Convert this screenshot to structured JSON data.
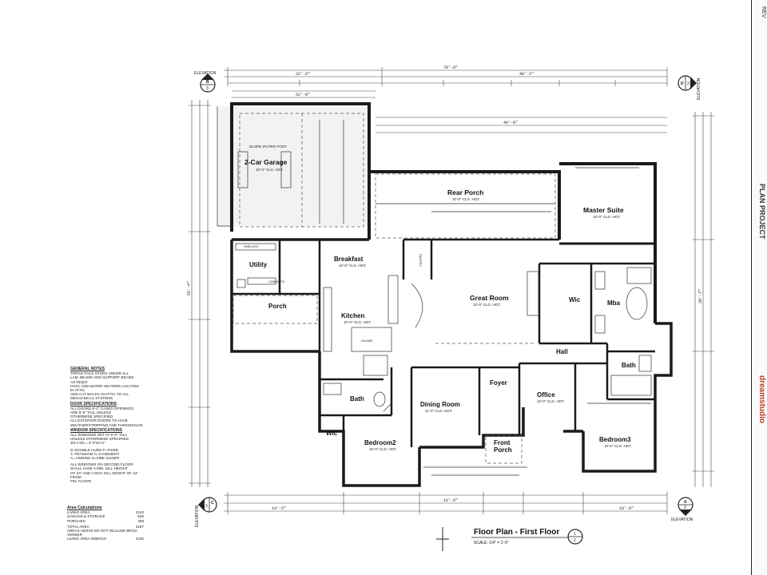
{
  "sheet": {
    "title": "Floor Plan - First Floor",
    "scale": "SCALE: 1/4\" = 1'-0\"",
    "elevation_label": "ELEVATION",
    "titleblock": {
      "rev": "REV",
      "main": "PLAN PROJECT",
      "red": "dreamstudio"
    }
  },
  "rooms": {
    "garage": "2-Car Garage",
    "rear_porch": "Rear Porch",
    "master_suite": "Master Suite",
    "utility": "Utility",
    "breakfast": "Breakfast",
    "porch": "Porch",
    "kitchen": "Kitchen",
    "great_room": "Great Room",
    "wic_master": "Wic",
    "mba": "Mba",
    "hall": "Hall",
    "bath_right": "Bath",
    "bath_left": "Bath",
    "foyer": "Foyer",
    "office": "Office",
    "dining": "Dining Room",
    "wic_left": "Wic",
    "bedroom2": "Bedroom2",
    "front_porch_1": "Front",
    "front_porch_2": "Porch",
    "bedroom3": "Bedroom3"
  },
  "room_notes": {
    "garage_ceiling": "10'-0\" CLG. HGT.",
    "garage_slope": "SLOPE 2% PER FOOT",
    "rear_porch_ceiling": "10'-0\" CLG. HGT.",
    "master_ceiling": "10'-0\" CLG. HGT.",
    "breakfast_ceiling": "10'-0\" CLG. HGT.",
    "great_room_ceiling": "10'-0\" CLG. HGT.",
    "kitchen_ceiling": "10'-0\" CLG. HGT.",
    "dining_ceiling": "11'-0\" CLG. HGT.",
    "bedroom2_ceiling": "10'-0\" CLG. HGT.",
    "bedroom3_ceiling": "10'-0\" CLG. HGT.",
    "office_ceiling": "10'-0\" CLG. HGT.",
    "island": "ISLAND",
    "shelves": "SHELVES",
    "cabinets": "CABINETS",
    "pantry": "PANTRY"
  },
  "dimensions": {
    "overall_top": "70'-8\"",
    "top_left": "22'-6\"",
    "top_right": "48'-2\"",
    "garage_width": "22'-0\"",
    "great_width": "49'-0\"",
    "bottom_left": "14'-5\"",
    "bottom_right": "10'-8\"",
    "bottom_mid": "16'-6\"",
    "left_overall": "55'-4\"",
    "right_overall": "39'-7\""
  },
  "general_notes": {
    "title": "GENERAL NOTES",
    "lines": [
      "TRIPLE PACK STUDS UNDER ALL",
      "LAM. BEAMS AND SUPPORT BEAMS",
      "AS REQ'D",
      "HVAC AND WATER HEATERS LOCATED",
      "IN ATTIC",
      "ADD CAT WALKS IN ATTIC TO ALL",
      "MECHANICAL SYSTEMS"
    ],
    "door_title": "DOOR SPECIFICATIONS",
    "door_lines": [
      "ALL DOORS 8'-0\" CASED OPENINGS",
      "ARE 8'-0\" TALL UNLESS",
      "OTHERWISE SPECIFIED",
      "ALL EXTERIOR DOORS TO HAVE",
      "WEATHERSTRIPPING AND THRESHOLDS"
    ],
    "window_title": "WINDOW SPECIFICATIONS",
    "window_lines": [
      "ALL WINDOWS SET AT 8'-0\" TALL",
      "UNLESS OTHERWISE SPECIFIED",
      "3/0 x 6/0 = 3'-0\"x6'-0\"",
      "",
      "D=DOUBLE HUNG  F=FIXED",
      "T=TRANSOM  C=CASEMENT",
      "A= AWNING  S=SIDE SLIDER",
      "",
      "ALL WINDOWS ON SECOND FLOOR",
      "SHALL HAVE A MIN. SILL HEIGHT",
      "OF 24\" AND A MAX SILL HEIGHT OF 44\" FROM",
      "FIN. FLOOR."
    ]
  },
  "area_calc": {
    "title": "Area Calculations",
    "rows": [
      {
        "label": "LIVING AREA",
        "value": "2143"
      },
      {
        "label": "GARAGE & STORAGE",
        "value": "546"
      },
      {
        "label": "PORCHES",
        "value": "498"
      },
      {
        "label": "TOTAL AREA",
        "value": "3187"
      }
    ],
    "footer_1": "AREAS ABOVE DO NOT INCLUDE BRICK VENEER",
    "footer_2_label": "LIVING AREA W/BRICK",
    "footer_2_value": "2230"
  },
  "markers": {
    "elev_b": "B",
    "elev_c": "C",
    "elev_d": "D",
    "elev_a": "A",
    "sheet_num": "3",
    "title_marker_top": "1",
    "title_marker_bottom": "2"
  },
  "colors": {
    "wall": "#1a1a1a",
    "ink": "#222222",
    "accent_red": "#c0392b"
  }
}
